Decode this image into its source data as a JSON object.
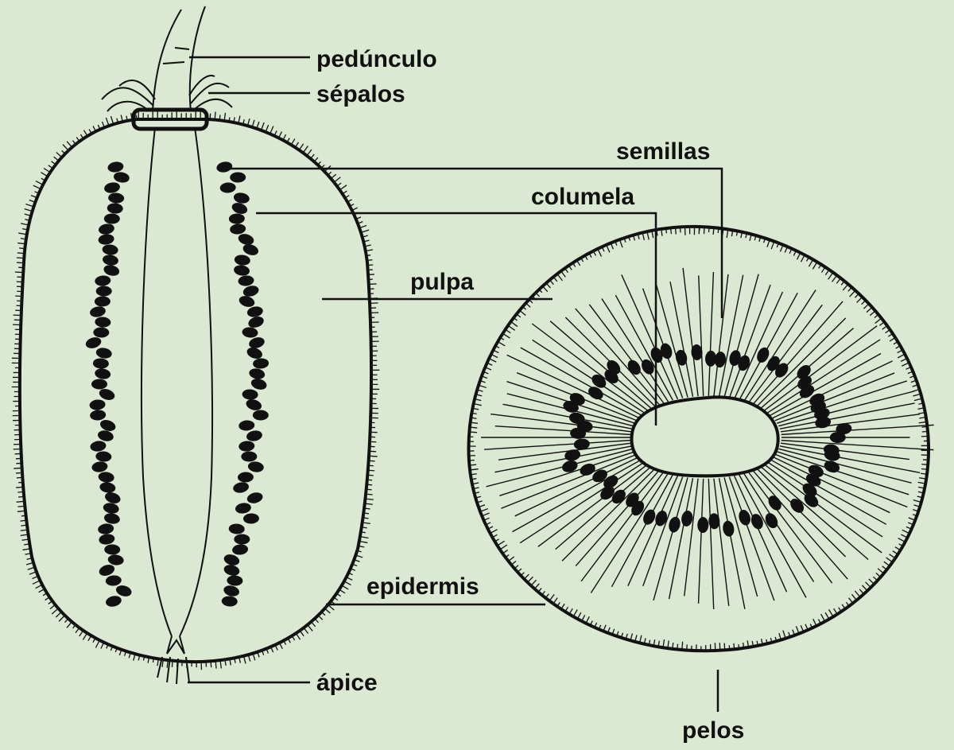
{
  "colors": {
    "background": "#dbe8d2",
    "ink": "#111111"
  },
  "labels": {
    "peduncle": "pedúnculo",
    "sepals": "sépalos",
    "seeds": "semillas",
    "columella": "columela",
    "pulp": "pulpa",
    "epidermis": "epidermis",
    "apex": "ápice",
    "hairs": "pelos"
  }
}
